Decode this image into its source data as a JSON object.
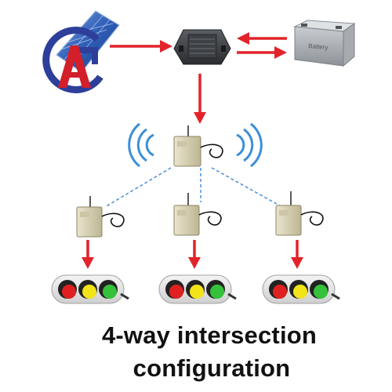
{
  "caption": {
    "line1": "4-way intersection",
    "line2": "configuration"
  },
  "logo": {
    "letters": "GA"
  },
  "battery_label": "Battery",
  "colors": {
    "arrow": "#e2232a",
    "signal": "#3b8fd8",
    "link_dashed": "#4a8fd6",
    "logo_blue": "#2d3f9a",
    "logo_red": "#d21f2a",
    "module": "#dcd6bb",
    "light_red": "#e02020",
    "light_yellow": "#f2e418",
    "light_green": "#35c23a"
  },
  "icons": [
    "solar-panel-icon",
    "controller-icon",
    "battery-icon",
    "wireless-master-module-icon",
    "wireless-receiver-module-icon",
    "traffic-light-icon"
  ]
}
